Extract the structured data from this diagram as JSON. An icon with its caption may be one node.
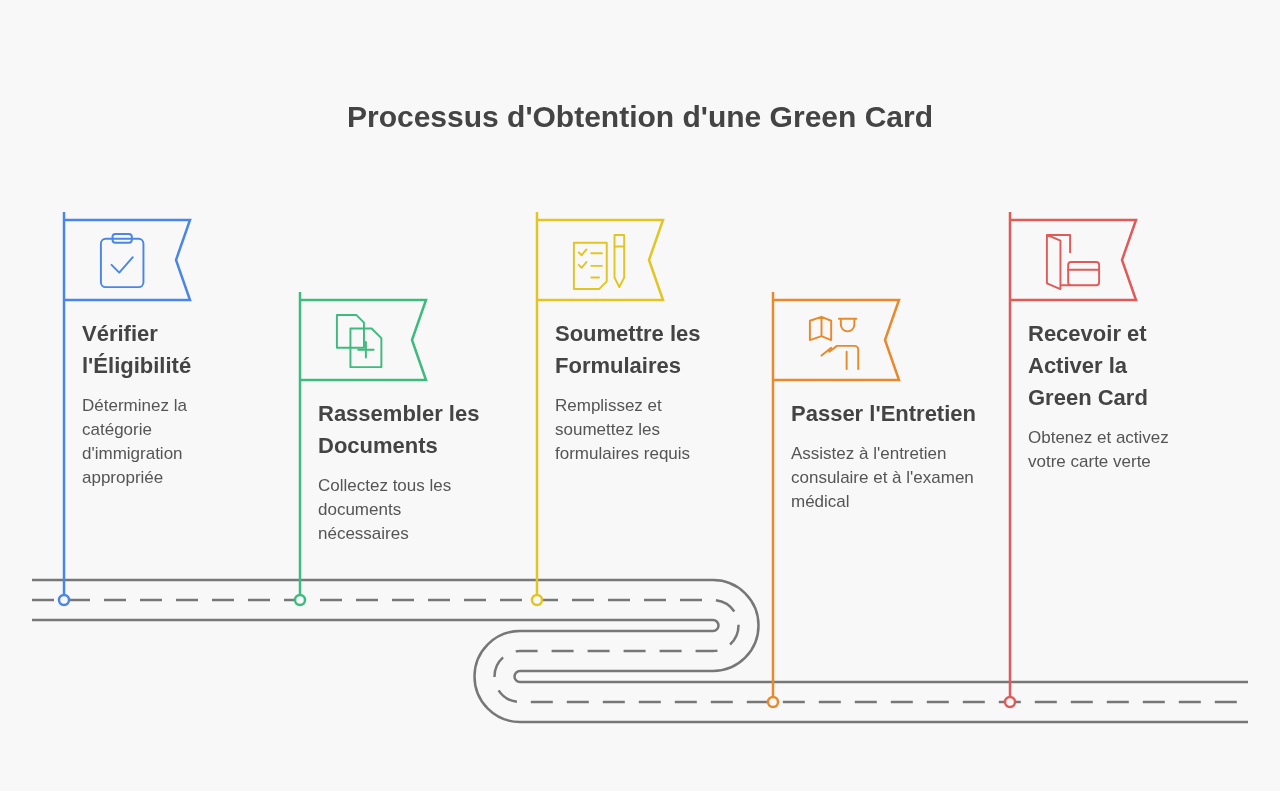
{
  "diagram": {
    "title": "Processus d'Obtention d'une Green Card",
    "nodes": [
      {
        "text": [
          "Vérifier l'Éligibilité",
          "Déterminez la catégorie d'immigration appropriée"
        ]
      },
      {
        "text": [
          "Rassembler les Documents",
          "Collectez tous les documents nécessaires"
        ]
      },
      {
        "text": [
          "Soumettre les Formulaires",
          "Remplissez et soumettez les formulaires requis"
        ]
      },
      {
        "text": [
          "Passer l'Entretien",
          "Assistez à l'entretien consulaire et à l'examen médical"
        ]
      },
      {
        "text": [
          "Recevoir et Activer la Green Card",
          "Obtenez et activez votre carte verte"
        ]
      }
    ],
    "edges": []
  }
}
